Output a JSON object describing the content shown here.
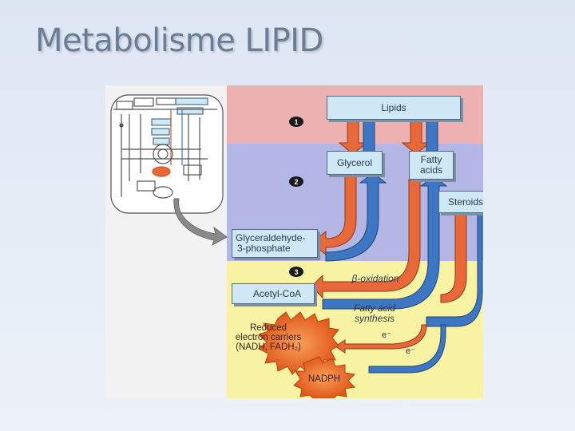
{
  "slide": {
    "title": "Metabolisme LIPID"
  },
  "diagram": {
    "steps": [
      "1",
      "2",
      "3"
    ],
    "boxes": {
      "lipids": "Lipids",
      "glycerol": "Glycerol",
      "fatty_acids": [
        "Fatty",
        "acids"
      ],
      "steroids": "Steroids",
      "g3p": [
        "Glyceraldehyde-",
        "3-phosphate"
      ],
      "acetyl_coa": "Acetyl-CoA"
    },
    "labels": {
      "beta_oxidation": "β-oxidation",
      "fatty_acid_synthesis": [
        "Fatty acid",
        "synthesis"
      ],
      "e_minus_1": "e⁻",
      "e_minus_2": "e⁻"
    },
    "bursts": {
      "reduced": [
        "Reduced",
        "electron carriers",
        "(NADH, FADH₂)"
      ],
      "nadph": "NADPH"
    },
    "colors": {
      "band_lipids": "#eeb1b2",
      "band_middle": "#b4b7e6",
      "band_acetyl": "#f8f3a3",
      "arrow_orange": "#e8683a",
      "arrow_blue": "#3d77c4",
      "box_fill": "#cfe8f6",
      "burst_fill": "#ef6a1e"
    }
  }
}
